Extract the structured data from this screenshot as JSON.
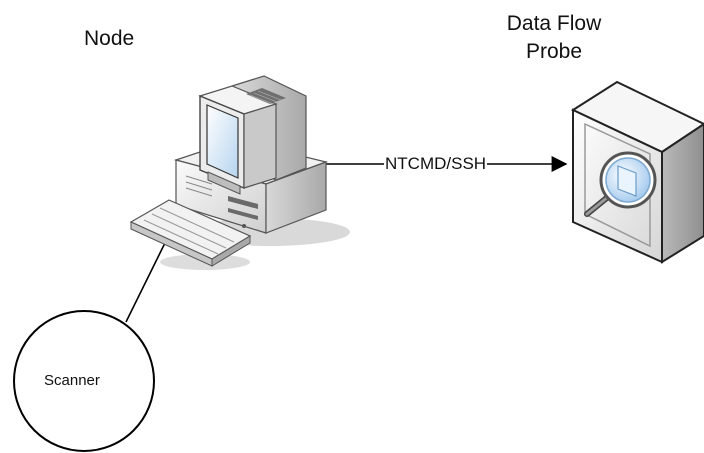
{
  "diagram": {
    "node_label": "Node",
    "probe_label_line1": "Data Flow",
    "probe_label_line2": "Probe",
    "connection_label": "NTCMD/SSH",
    "scanner_label": "Scanner"
  },
  "icons": {
    "node": "desktop-computer-icon",
    "probe": "probe-server-icon",
    "probe_glass": "magnifier-icon"
  },
  "colors": {
    "screen": "#c9e1f7",
    "probe_lens": "#cfe6fb",
    "line": "#000000"
  }
}
